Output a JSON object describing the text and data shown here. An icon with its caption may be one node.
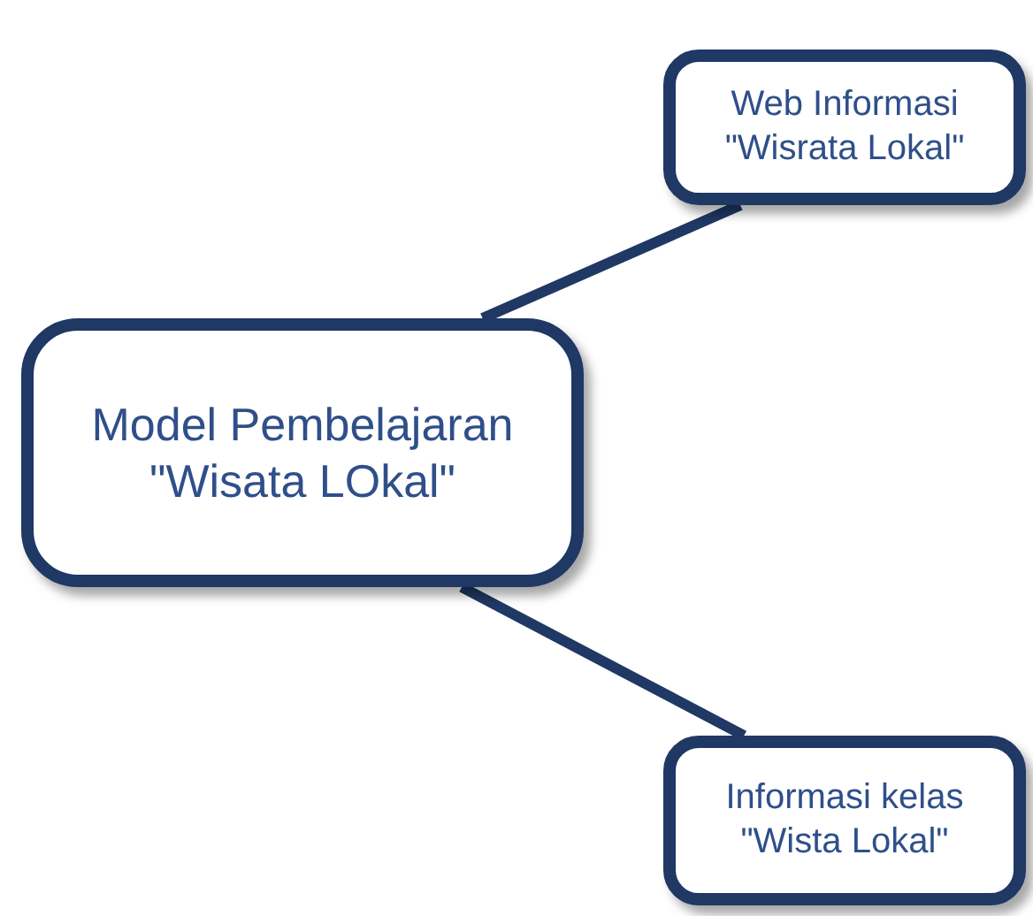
{
  "diagram": {
    "nodes": [
      {
        "text": [
          "Model Pembelajaran \"Wisata LOkal\""
        ]
      },
      {
        "text": [
          "Web Informasi \"Wisrata Lokal\""
        ]
      },
      {
        "text": [
          "Informasi kelas \"Wista Lokal\""
        ]
      }
    ],
    "edges": [
      {
        "from": 0,
        "to": 1,
        "arrow": "none"
      },
      {
        "from": 0,
        "to": 2,
        "arrow": "none"
      }
    ]
  }
}
